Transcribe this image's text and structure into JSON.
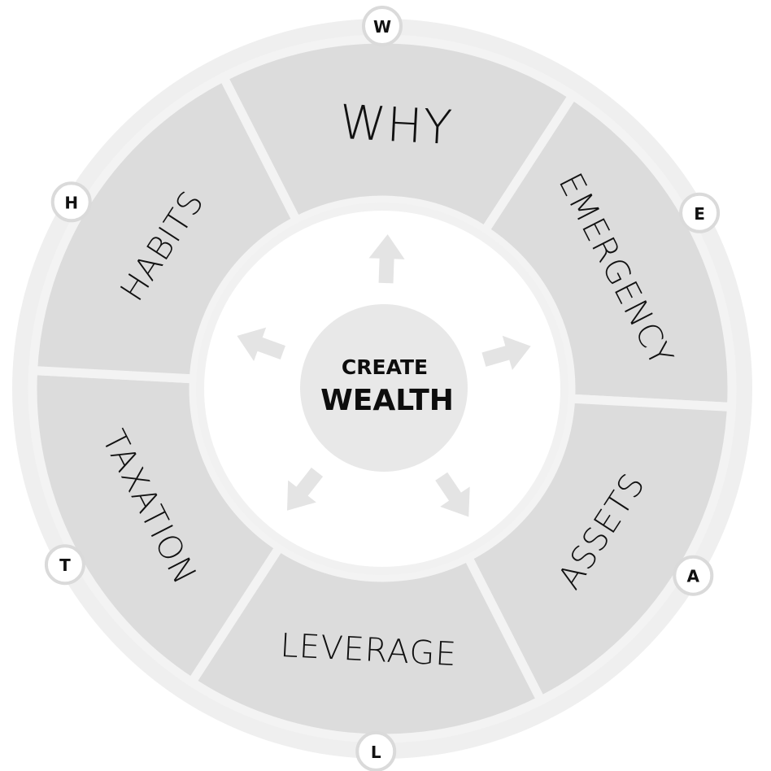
{
  "center": {
    "line1": "CREATE",
    "line2": "WEALTH"
  },
  "segments": [
    {
      "label": "WHY",
      "badge": "W"
    },
    {
      "label": "EMERGENCY",
      "badge": "E"
    },
    {
      "label": "ASSETS",
      "badge": "A"
    },
    {
      "label": "LEVERAGE",
      "badge": "L"
    },
    {
      "label": "TAXATION",
      "badge": "T"
    },
    {
      "label": "HABITS",
      "badge": "H"
    }
  ],
  "colors": {
    "segment": "#dcdcdc",
    "outer_ring": "#efefef",
    "inner_ring": "#f1f1f1",
    "center_circle": "#e8e8e8",
    "arrow": "#e4e4e4",
    "badge_border": "#dadada"
  }
}
